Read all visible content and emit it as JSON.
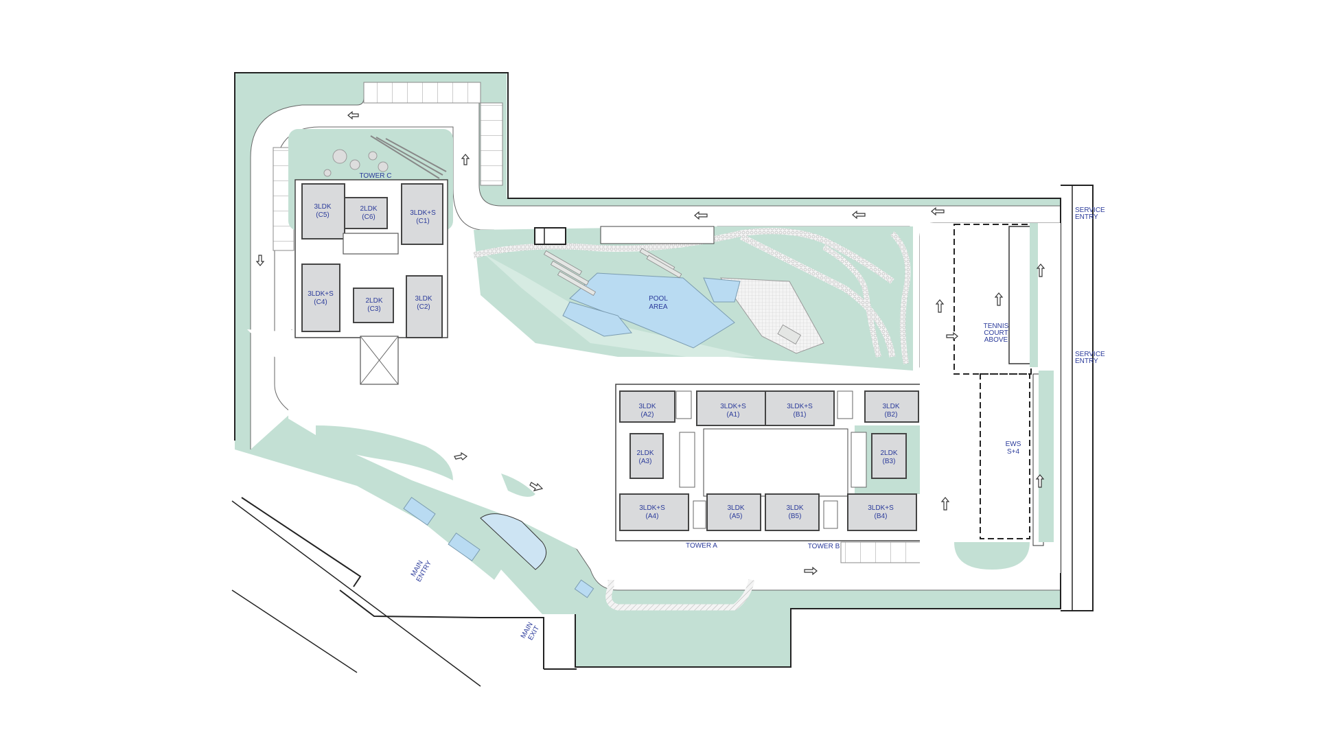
{
  "plan": {
    "type": "residential-site-plan",
    "colors": {
      "landscape": "#c3e0d4",
      "road": "#ffffff",
      "unit": "#d9dadc",
      "pool": "#b9dbf2",
      "label": "#2a3a9a",
      "outline": "#222222"
    },
    "towers": {
      "tower_c": {
        "name": "TOWER C",
        "units": {
          "c5": {
            "type": "3LDK",
            "code": "(C5)"
          },
          "c6": {
            "type": "2LDK",
            "code": "(C6)"
          },
          "c1": {
            "type": "3LDK+S",
            "code": "(C1)"
          },
          "c4": {
            "type": "3LDK+S",
            "code": "(C4)"
          },
          "c3": {
            "type": "2LDK",
            "code": "(C3)"
          },
          "c2": {
            "type": "3LDK",
            "code": "(C2)"
          }
        }
      },
      "tower_a": {
        "name": "TOWER A",
        "units": {
          "a2": {
            "type": "3LDK",
            "code": "(A2)"
          },
          "a1": {
            "type": "3LDK+S",
            "code": "(A1)"
          },
          "a3": {
            "type": "2LDK",
            "code": "(A3)"
          },
          "a4": {
            "type": "3LDK+S",
            "code": "(A4)"
          },
          "a5": {
            "type": "3LDK",
            "code": "(A5)"
          }
        }
      },
      "tower_b": {
        "name": "TOWER B",
        "units": {
          "b1": {
            "type": "3LDK+S",
            "code": "(B1)"
          },
          "b2": {
            "type": "3LDK",
            "code": "(B2)"
          },
          "b3": {
            "type": "2LDK",
            "code": "(B3)"
          },
          "b5": {
            "type": "3LDK",
            "code": "(B5)"
          },
          "b4": {
            "type": "3LDK+S",
            "code": "(B4)"
          }
        }
      }
    },
    "amenities": {
      "pool": {
        "line1": "POOL",
        "line2": "AREA"
      },
      "tennis": {
        "line1": "TENNIS",
        "line2": "COURT",
        "line3": "ABOVE"
      },
      "ews": {
        "line1": "EWS",
        "line2": "S+4"
      }
    },
    "entries": {
      "service_entry_top": {
        "line1": "SERVICE",
        "line2": "ENTRY"
      },
      "service_entry_mid": {
        "line1": "SERVICE",
        "line2": "ENTRY"
      },
      "main_entry": {
        "line1": "MAIN",
        "line2": "ENTRY"
      },
      "main_exit": {
        "line1": "MAIN",
        "line2": "EXIT"
      }
    }
  }
}
